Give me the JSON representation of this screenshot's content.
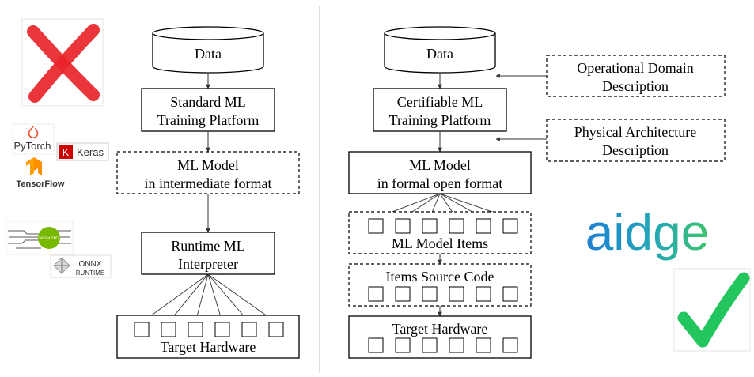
{
  "left": {
    "data": "Data",
    "training": [
      "Standard ML",
      "Training Platform"
    ],
    "model": [
      "ML Model",
      "in intermediate format"
    ],
    "runtime": [
      "Runtime ML",
      "Interpreter"
    ],
    "hardware": "Target Hardware"
  },
  "right": {
    "data": "Data",
    "operational": [
      "Operational Domain",
      "Description"
    ],
    "training": [
      "Certifiable ML",
      "Training Platform"
    ],
    "physical": [
      "Physical Architecture",
      "Description"
    ],
    "model": [
      "ML Model",
      "in formal open format"
    ],
    "items": "ML Model Items",
    "source": "Items Source Code",
    "hardware": "Target Hardware"
  },
  "logos": {
    "pytorch": "PyTorch",
    "keras": "Keras",
    "keras_mark": "K",
    "tensorflow": "TensorFlow",
    "tensorrt": "TensorRT",
    "onnx": [
      "ONNX",
      "RUNTIME"
    ],
    "aidge": "aidge"
  },
  "colors": {
    "cross": "#e8252a",
    "check": "#22c55e",
    "aidge_start": "#1f7fd1",
    "aidge_end": "#3ec46d",
    "pytorch": "#ee4c2c",
    "keras": "#d00000",
    "tensorflow": "#ff8f00",
    "tensorrt": "#76b900"
  }
}
